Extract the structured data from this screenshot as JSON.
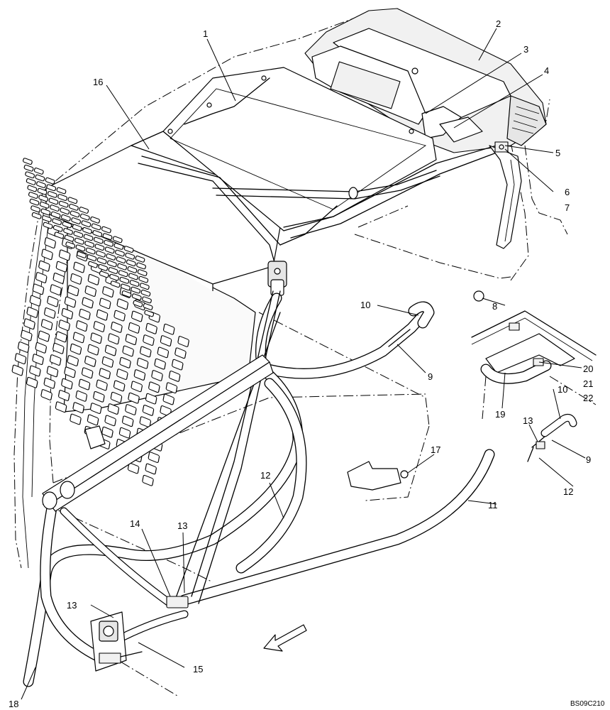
{
  "callouts": {
    "c1": "1",
    "c2": "2",
    "c3": "3",
    "c4": "4",
    "c5": "5",
    "c6": "6",
    "c7": "7",
    "c8": "8",
    "c9a": "9",
    "c10a": "10",
    "c11": "11",
    "c12a": "12",
    "c13a": "13",
    "c14": "14",
    "c15": "15",
    "c16": "16",
    "c17": "17",
    "c18": "18",
    "c19": "19",
    "c20": "20",
    "c21": "21",
    "c22": "22",
    "c10b": "10",
    "c13b": "13",
    "c9b": "9",
    "c12b": "12",
    "c13c": "13"
  },
  "reference_code": "BS09C210"
}
